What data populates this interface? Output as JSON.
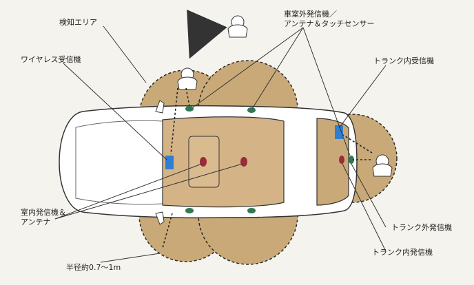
{
  "labels": {
    "detection_area": "検知エリア",
    "wireless_receiver": "ワイヤレス受信機",
    "exterior_transmitter_line1": "車室外発信機／",
    "exterior_transmitter_line2": "アンテナ＆タッチセンサー",
    "trunk_receiver": "トランク内受信機",
    "interior_transmitter_line1": "室内発信機＆",
    "interior_transmitter_line2": "アンテナ",
    "trunk_exterior_transmitter": "トランク外発信機",
    "trunk_interior_transmitter": "トランク内発信機",
    "radius": "半径約0.7～1m"
  },
  "colors": {
    "zone_fill": "#c9a978",
    "zone_stroke": "#2a2a2a",
    "car_body": "#ffffff",
    "receiver": "#2f7fd0",
    "interior_transmitter": "#9b2b3a",
    "exterior_transmitter": "#2f7a55",
    "arrow": "#333333"
  },
  "icons": [
    "person-icon",
    "arrow-icon",
    "receiver-icon",
    "transmitter-icon"
  ]
}
